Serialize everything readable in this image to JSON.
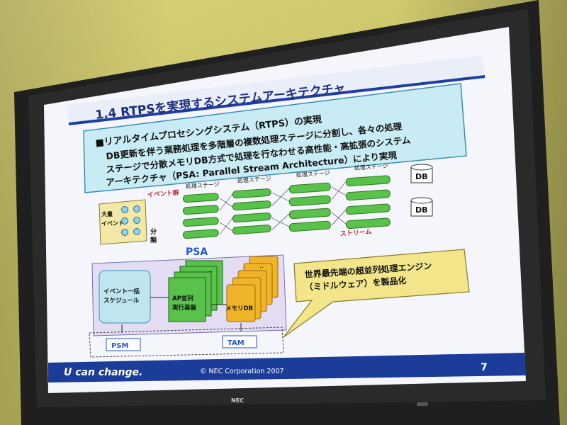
{
  "slide": {
    "title": "1.4  RTPSを実現するシステムアーキテクチャ",
    "bullet_lines": [
      "■リアルタイムプロセシングシステム（RTPS）の実現",
      "DB更新を伴う業務処理を多階層の複数処理ステージに分割し、各々の処理",
      "ステージで分散メモリDB方式で処理を行なわせる高性能・高拡張のシステム",
      "アーキテクチャ（PSA: Parallel Stream Architecture）により実現"
    ],
    "stage_labels": [
      "処理ステージ",
      "処理ステージ",
      "処理ステージ",
      "処理ステージ"
    ],
    "event_flow_label": "イベント群",
    "mass_events_label": [
      "大量",
      "イベント"
    ],
    "classify_label": [
      "分",
      "類"
    ],
    "stream_label": "ストリーム",
    "db_labels": [
      "DB",
      "DB"
    ],
    "psa_label": "PSA",
    "batch_schedule_label": [
      "イベント一括",
      "スケジュール"
    ],
    "ap_label": [
      "AP並列",
      "実行基盤"
    ],
    "memdb_label": "メモリDB",
    "ellipsis": "‥",
    "psm_label": "PSM",
    "tam_label": "TAM",
    "callout_lines": [
      "世界最先端の超並列処理エンジン",
      "（ミドルウェア）を製品化"
    ],
    "footer_slogan": "U can change.",
    "footer_copyright": "© NEC Corporation 2007",
    "page_number": "7"
  },
  "monitor": {
    "brand": "NEC"
  }
}
